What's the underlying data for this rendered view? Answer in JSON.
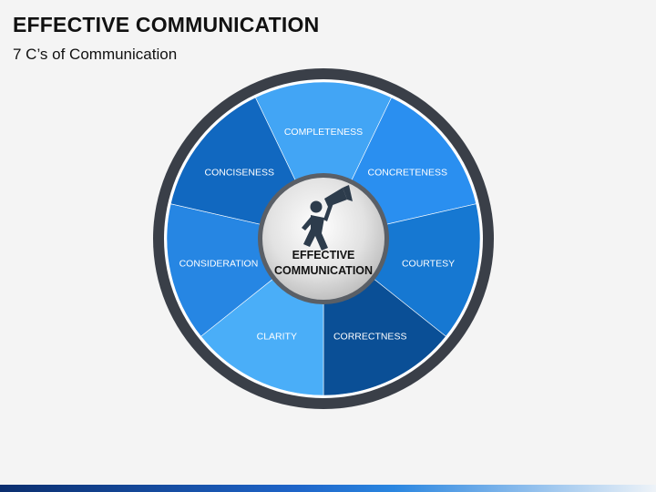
{
  "slide": {
    "title": "EFFECTIVE COMMUNICATION",
    "subtitle": "7 C’s of Communication"
  },
  "diagram": {
    "center": {
      "lines": [
        "EFFECTIVE",
        "COMMUNICATION"
      ],
      "icon": "person-with-megaphone-icon"
    },
    "segments": [
      {
        "label": "COMPLETENESS",
        "color": "#42a5f5"
      },
      {
        "label": "CONCRETENESS",
        "color": "#2a8ff0"
      },
      {
        "label": "COURTESY",
        "color": "#1678d2"
      },
      {
        "label": "CORRECTNESS",
        "color": "#0a4f96"
      },
      {
        "label": "CLARITY",
        "color": "#4aaef8"
      },
      {
        "label": "CONSIDERATION",
        "color": "#2686e3"
      },
      {
        "label": "CONCISENESS",
        "color": "#1168c0"
      }
    ],
    "ring_color": "#3a3f48"
  }
}
